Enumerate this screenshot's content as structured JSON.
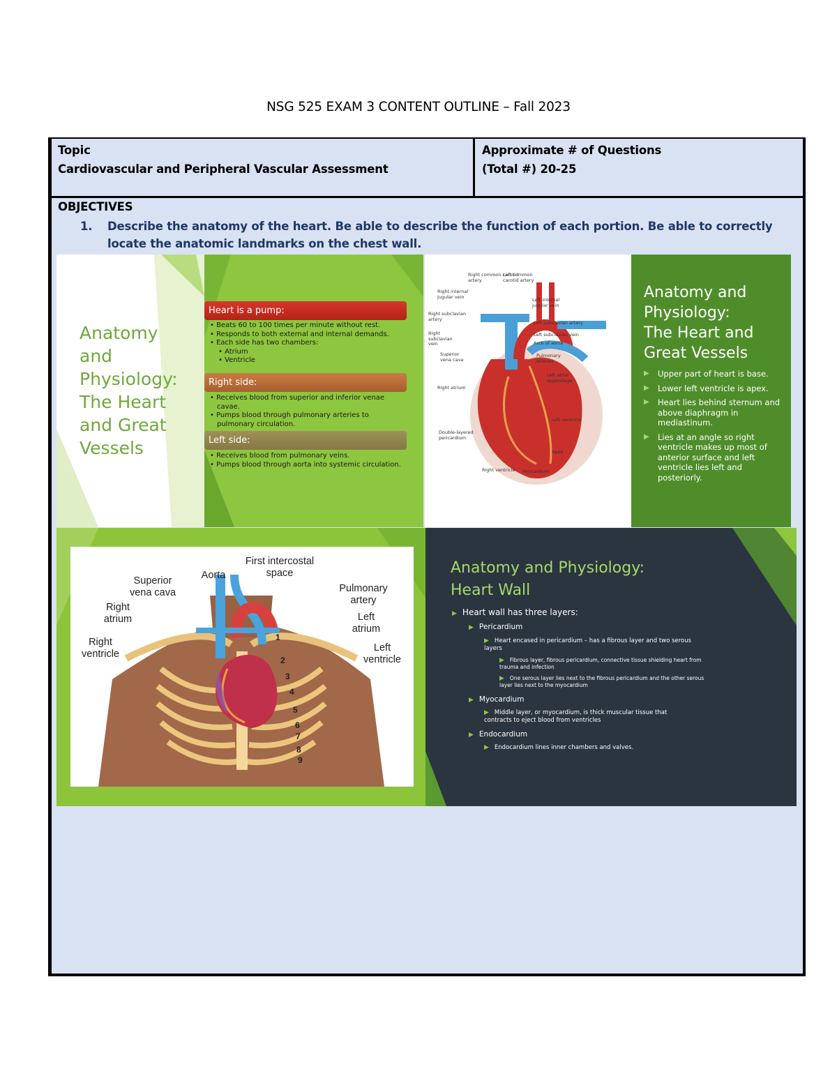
{
  "document": {
    "title": "NSG 525 EXAM 3 CONTENT OUTLINE – Fall 2023"
  },
  "table": {
    "topic_label": "Topic",
    "topic_value": "Cardiovascular and Peripheral Vascular Assessment",
    "questions_label": "Approximate # of Questions",
    "questions_value": "(Total #) 20-25",
    "objectives_heading": "OBJECTIVES",
    "objective_1_number": "1.",
    "objective_1_text": "Describe the anatomy of the heart.  Be able to describe the function of each portion.  Be able to correctly locate the anatomic landmarks on the chest wall."
  },
  "slide1": {
    "title_lines": [
      "Anatomy",
      "and",
      "Physiology:",
      "The Heart",
      "and Great",
      "Vessels"
    ],
    "bar_pump": "Heart is a pump:",
    "pump_items": [
      "• Beats 60 to 100 times per minute without rest.",
      "• Responds to both external and internal demands.",
      "• Each side has two chambers:"
    ],
    "chamber_items": [
      "• Atrium",
      "• Ventricle"
    ],
    "bar_right": "Right side:",
    "right_items": [
      "• Receives blood from superior and inferior venae cavae.",
      "• Pumps blood through pulmonary arteries to pulmonary circulation."
    ],
    "bar_left": "Left side:",
    "left_items": [
      "• Receives blood from pulmonary veins.",
      "• Pumps blood through aorta into systemic circulation."
    ],
    "colors": {
      "accent_green": "#8dc63f",
      "title_green": "#6ea83a",
      "red_bar": "#c42d20"
    }
  },
  "slide2": {
    "title_lines": [
      "Anatomy and",
      "Physiology:",
      "The Heart and",
      "Great Vessels"
    ],
    "bullets": [
      "Upper part of heart is base.",
      "Lower left ventricle is apex.",
      "Heart lies behind sternum and above diaphragm in mediastinum.",
      "Lies at an angle so right ventricle makes up most of anterior surface and left ventricle lies left and posteriorly."
    ],
    "diagram_labels": {
      "right_common_carotid": "Right common carotid artery",
      "left_common_carotid": "Left common carotid artery",
      "right_internal_jugular": "Right internal jugular vein",
      "left_internal_jugular": "Left internal jugular vein",
      "right_subclavian_artery": "Right subclavian artery",
      "left_subclavian_artery": "Left subclavian artery",
      "right_subclavian_vein": "Right subclavian vein",
      "left_subclavian_vein": "Left subclavian vein",
      "arch_of_aorta": "Arch of aorta",
      "superior_vena_cava": "Superior vena cava",
      "pulmonary_arteries": "Pulmonary arteries",
      "left_atrial_appendage": "Left atrial appendage",
      "right_atrium": "Right atrium",
      "left_ventricle": "Left ventricle",
      "double_layered_pericardium": "Double-layered pericardium",
      "apex": "Apex",
      "right_ventricle": "Right ventricle",
      "pericardium": "Pericardium"
    },
    "colors": {
      "panel_green": "#4f8d2b"
    }
  },
  "slide3": {
    "labels": {
      "first_intercostal": "First intercostal\nspace",
      "aorta": "Aorta",
      "superior_vena_cava": "Superior\nvena cava",
      "pulmonary_artery": "Pulmonary\nartery",
      "right_atrium": "Right\natrium",
      "left_atrium": "Left\natrium",
      "right_ventricle": "Right\nventricle",
      "left_ventricle": "Left\nventricle"
    },
    "rib_numbers": [
      "1",
      "2",
      "3",
      "4",
      "5",
      "6",
      "7",
      "8",
      "9"
    ]
  },
  "slide4": {
    "title_lines": [
      "Anatomy and Physiology:",
      "Heart Wall"
    ],
    "l1": "Heart wall has three layers:",
    "pericardium": "Pericardium",
    "pericardium_desc": "Heart encased in pericardium – has a fibrous layer and two serous layers",
    "fibrous": "Fibrous layer, fibrous pericardium, connective tissue shielding heart from trauma and infection",
    "serous": "One serous layer lies next to the fibrous pericardium and the other serous layer lies next to the myocardium",
    "myocardium": "Myocardium",
    "myocardium_desc": "Middle layer, or myocardium, is thick muscular tissue that contracts to eject blood from ventricles",
    "endocardium": "Endocardium",
    "endocardium_desc": "Endocardium lines inner chambers and valves.",
    "colors": {
      "bg": "#2a3540",
      "title": "#a6d96a"
    }
  }
}
